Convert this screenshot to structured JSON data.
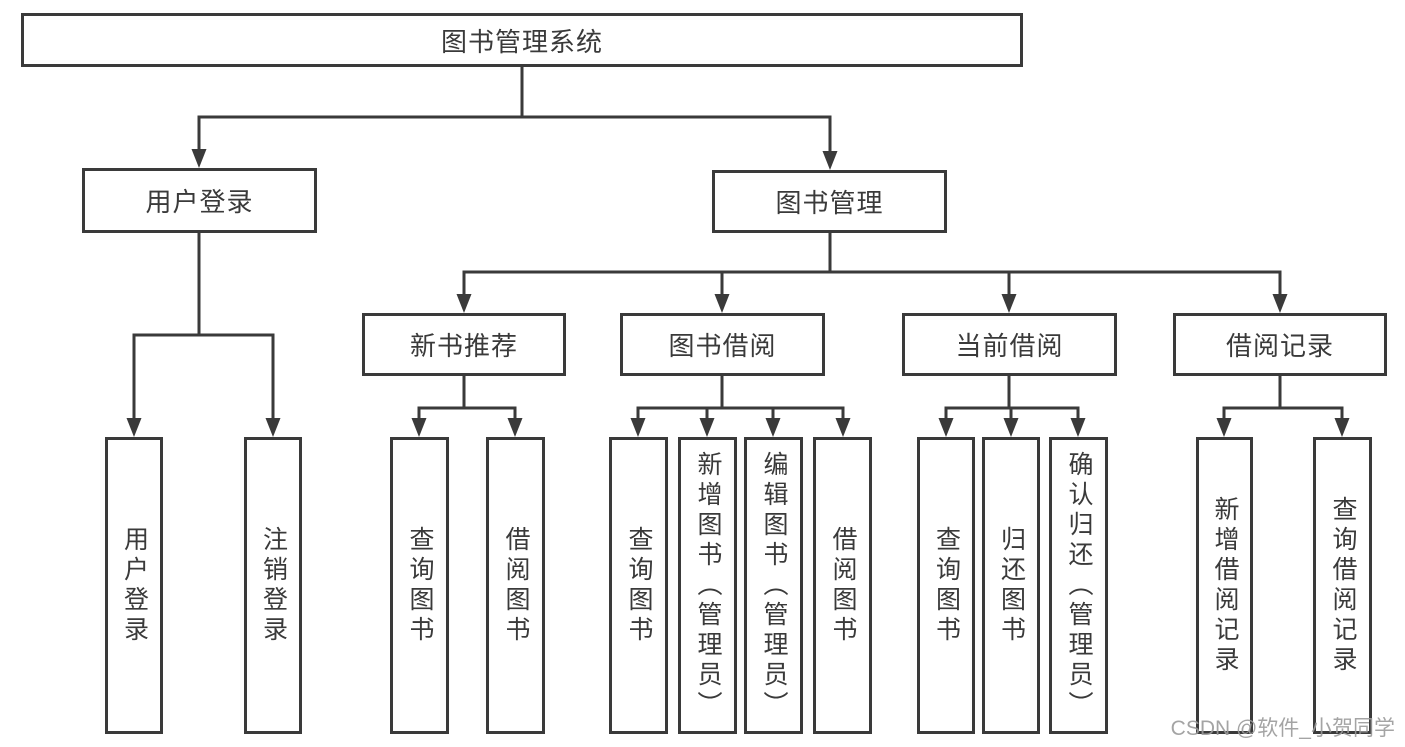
{
  "tree": {
    "root": {
      "label": "图书管理系统"
    },
    "level2": [
      {
        "id": "user-login",
        "label": "用户登录"
      },
      {
        "id": "book-management",
        "label": "图书管理"
      }
    ],
    "level3": [
      {
        "id": "new-book-recommend",
        "label": "新书推荐"
      },
      {
        "id": "book-borrowing",
        "label": "图书借阅"
      },
      {
        "id": "current-borrowing",
        "label": "当前借阅"
      },
      {
        "id": "borrowing-records",
        "label": "借阅记录"
      }
    ],
    "leaves": {
      "user_login": [
        {
          "label": "用户登录"
        },
        {
          "label": "注销登录"
        }
      ],
      "new_book": [
        {
          "label": "查询图书"
        },
        {
          "label": "借阅图书"
        }
      ],
      "borrowing": [
        {
          "label": "查询图书"
        },
        {
          "label": "新增图书（管理员）"
        },
        {
          "label": "编辑图书（管理员）"
        },
        {
          "label": "借阅图书"
        }
      ],
      "current": [
        {
          "label": "查询图书"
        },
        {
          "label": "归还图书"
        },
        {
          "label": "确认归还（管理员）"
        }
      ],
      "records": [
        {
          "label": "新增借阅记录"
        },
        {
          "label": "查询借阅记录"
        }
      ]
    }
  },
  "watermark": {
    "text": "CSDN @软件_小贺同学"
  },
  "colors": {
    "line": "#3a3a3a",
    "text": "#3a3a3a",
    "background": "#ffffff",
    "watermark": "#9b9b9b"
  }
}
